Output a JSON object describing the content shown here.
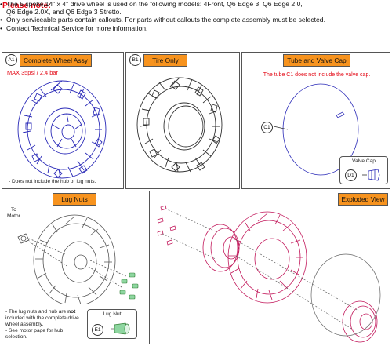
{
  "note": {
    "title": "Please note:",
    "lines": [
      "The 5 spoke,14\" x 4\" drive wheel is used on the following models: 4Front, Q6 Edge 3, Q6 Edge 2.0,",
      "Q6 Edge 2.0X, and Q6 Edge 3 Stretto.",
      "Only serviceable parts contain callouts. For parts without callouts the complete assembly must be selected.",
      "Contact Technical Service for more information."
    ]
  },
  "panels": {
    "complete_wheel": {
      "callout": "A1",
      "title": "Complete Wheel Assy",
      "pressure": "MAX 35psi / 2.4 bar",
      "footnote": "- Does not include the hub or lug nuts."
    },
    "tire_only": {
      "callout": "B1",
      "title": "Tire Only"
    },
    "tube": {
      "title": "Tube and Valve Cap",
      "note": "The tube C1 does not include the valve cap.",
      "tube_callout": "C1",
      "valve_box_label": "Valve Cap",
      "valve_callout": "D1"
    },
    "lug_nuts": {
      "title": "Lug Nuts",
      "to_motor": "To",
      "to_motor_2": "Motor",
      "note_pre": "- The lug nuts and hub are ",
      "note_bold": "not",
      "note_post": " included with the complete drive wheel assembly.",
      "note_2": "- See motor page for hub selection.",
      "box_label": "Lug Nut",
      "callout": "E1"
    },
    "exploded": {
      "title": "Exploded View"
    }
  },
  "colors": {
    "wheel_blue": "#2b2bb8",
    "wheel_magenta": "#c2185b",
    "tag_orange": "#f7931e",
    "note_red": "#e30613"
  }
}
